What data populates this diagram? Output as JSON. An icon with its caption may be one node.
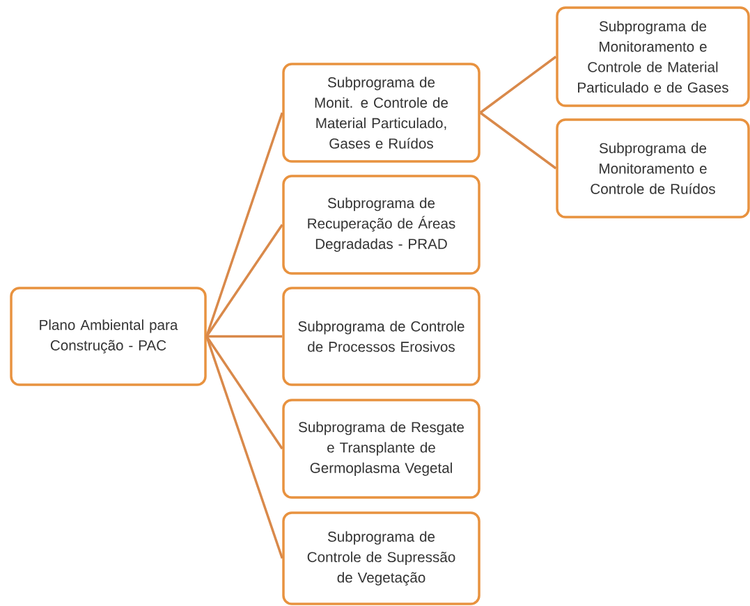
{
  "diagram": {
    "nodes": [
      {
        "text": [
          "Plano Ambiental para Construção - PAC"
        ]
      },
      {
        "text": [
          "Subprograma de Monit. e Controle de Material Particulado, Gases e Ruídos"
        ]
      },
      {
        "text": [
          "Subprograma de Recuperação de Áreas Degradadas - PRAD"
        ]
      },
      {
        "text": [
          "Subprograma de Controle de Processos Erosivos"
        ]
      },
      {
        "text": [
          "Subprograma de Resgate e Transplante de Germoplasma Vegetal"
        ]
      },
      {
        "text": [
          "Subprograma de Controle de Supressão de Vegetação"
        ]
      },
      {
        "text": [
          "Subprograma de Monitoramento e Controle de Material Particulado e de Gases"
        ]
      },
      {
        "text": [
          "Subprograma de Monitoramento e Controle de Ruídos"
        ]
      }
    ],
    "edges": [
      {
        "from": 0,
        "to": 1,
        "arrow": "none"
      },
      {
        "from": 0,
        "to": 2,
        "arrow": "none"
      },
      {
        "from": 0,
        "to": 3,
        "arrow": "none"
      },
      {
        "from": 0,
        "to": 4,
        "arrow": "none"
      },
      {
        "from": 0,
        "to": 5,
        "arrow": "none"
      },
      {
        "from": 1,
        "to": 6,
        "arrow": "none"
      },
      {
        "from": 1,
        "to": 7,
        "arrow": "none"
      }
    ]
  }
}
